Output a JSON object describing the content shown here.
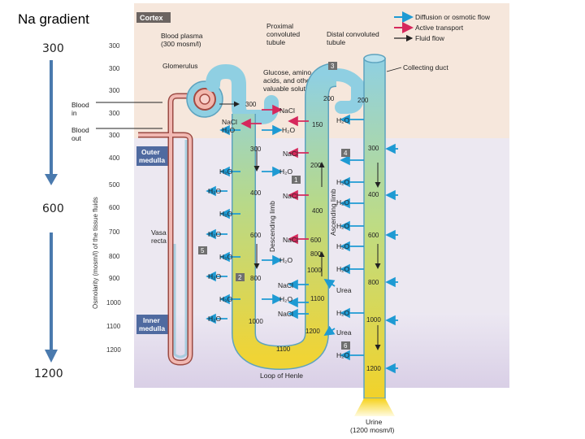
{
  "page_title": "Na gradient",
  "side_scale": [
    "300",
    "600",
    "1200"
  ],
  "colors": {
    "arrow": "#4a7aae",
    "cortex": "#f6e7dc",
    "medulla": "#e8e3f0",
    "inner_medulla": "#ddd3e8",
    "tubule_top": "#8fd0e2",
    "tubule_bottom": "#f0d435",
    "active": "#d6285c",
    "diffusion": "#1e9ad3"
  },
  "diagram": {
    "labels": {
      "cortex": "Cortex",
      "outer_medulla": [
        "Outer",
        "medulla"
      ],
      "inner_medulla": [
        "Inner",
        "medulla"
      ],
      "blood_plasma": [
        "Blood plasma",
        "(300 mosm/l)"
      ],
      "glomerulus": "Glomerulus",
      "proximal": [
        "Proximal",
        "convoluted",
        "tubule"
      ],
      "distal": [
        "Distal convoluted",
        "tubule"
      ],
      "glucose": [
        "Glucose, amino",
        "acids, and other",
        "valuable solutes"
      ],
      "collecting_duct": "Collecting duct",
      "blood_in": [
        "Blood",
        "in"
      ],
      "blood_out": [
        "Blood",
        "out"
      ],
      "vasa_recta": [
        "Vasa",
        "recta"
      ],
      "loop_of_henle": "Loop of Henle",
      "urine": [
        "Urine",
        "(1200 mosm/l)"
      ],
      "descending_limb": "Descending limb",
      "ascending_limb": "Ascending limb",
      "osmolarity_axis": "Osmolarity (mosm/l) of the tissue fluids"
    },
    "legend": [
      "Diffusion or osmotic flow",
      "Active transport",
      "Fluid flow"
    ],
    "tissue_scale": [
      "300",
      "300",
      "300",
      "300",
      "300",
      "400",
      "500",
      "600",
      "700",
      "800",
      "900",
      "1000",
      "1100",
      "1200"
    ],
    "step_badges": [
      "1",
      "2",
      "3",
      "4",
      "5",
      "6"
    ],
    "values": {
      "prox": "300",
      "desc_top": "300",
      "desc_400": "400",
      "desc_600": "600",
      "desc_800": "800",
      "desc_1000": "1000",
      "bottom_1100": "1100",
      "asc_1200": "1200",
      "asc_1100": "1100",
      "asc_1000": "1000",
      "asc_800": "800",
      "asc_600": "600",
      "asc_400": "400",
      "asc_200": "200",
      "distal_150": "150",
      "dist_200": "200",
      "cd_200": "200",
      "cd_300": "300",
      "cd_400": "400",
      "cd_600": "600",
      "cd_800": "800",
      "cd_1000": "1000",
      "cd_1200": "1200"
    },
    "chem": {
      "h2o": "H₂O",
      "nacl": "NaCl",
      "urea": "Urea"
    }
  }
}
